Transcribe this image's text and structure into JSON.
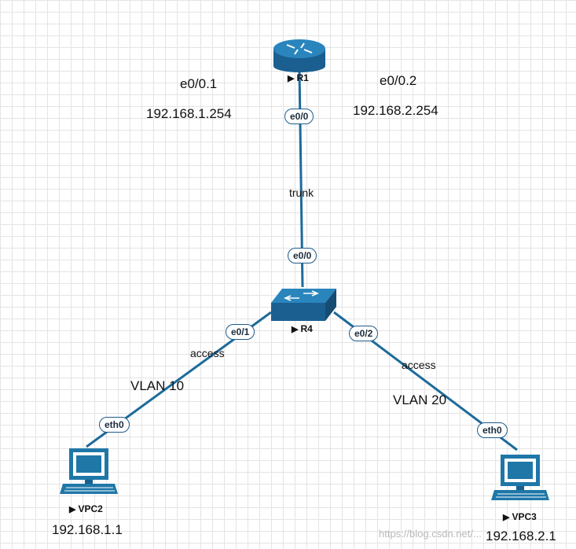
{
  "colors": {
    "link": "#1e6a9a",
    "device": "#1f77a8",
    "port_border": "#1e5b8a"
  },
  "devices": {
    "r1": {
      "name": "R1",
      "icon": "router-icon"
    },
    "r4": {
      "name": "R4",
      "icon": "switch-icon"
    },
    "vpc2": {
      "name": "VPC2",
      "icon": "computer-icon"
    },
    "vpc3": {
      "name": "VPC3",
      "icon": "computer-icon"
    }
  },
  "ports": {
    "r1_e00": "e0/0",
    "r4_e00": "e0/0",
    "r4_e01": "e0/1",
    "r4_e02": "e0/2",
    "vpc2_eth0": "eth0",
    "vpc3_eth0": "eth0"
  },
  "links": {
    "trunk": "trunk",
    "access_left": "access",
    "access_right": "access"
  },
  "annotations": {
    "sub1": "e0/0.1",
    "sub1_ip": "192.168.1.254",
    "sub2": "e0/0.2",
    "sub2_ip": "192.168.2.254",
    "vlan10": "VLAN 10",
    "vlan20": "VLAN 20",
    "vpc2_ip": "192.168.1.1",
    "vpc3_ip": "192.168.2.1"
  },
  "watermark": "https://blog.csdn.net/..."
}
